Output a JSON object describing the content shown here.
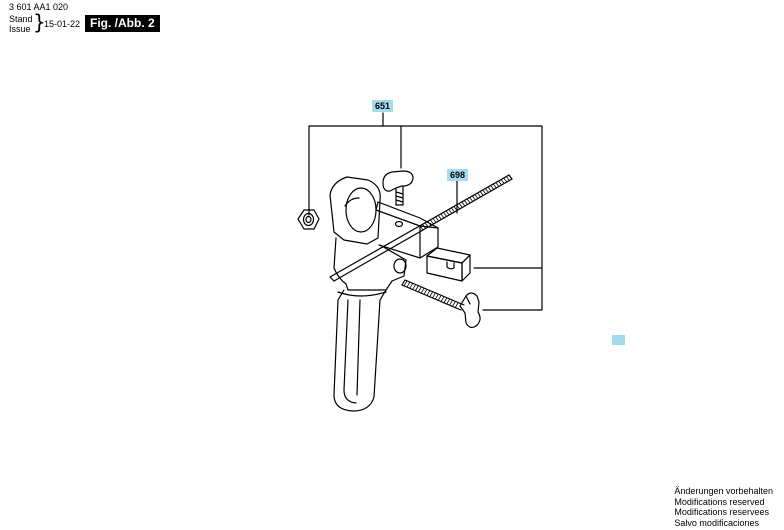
{
  "header": {
    "part_number": "3 601 AA1 020",
    "stand_label": "Stand",
    "issue_label": "Issue",
    "issue_date": "15-01-22",
    "figure_label": "Fig. /Abb. 2"
  },
  "callouts": {
    "assembly": "651",
    "depth_rod": "698"
  },
  "footer": {
    "notes": [
      "Änderungen vorbehalten",
      "Modifications reserved",
      "Modifications reservees",
      "Salvo modificaciones"
    ]
  },
  "colors": {
    "callout_fill": "#a4dcee",
    "line": "#000000"
  }
}
